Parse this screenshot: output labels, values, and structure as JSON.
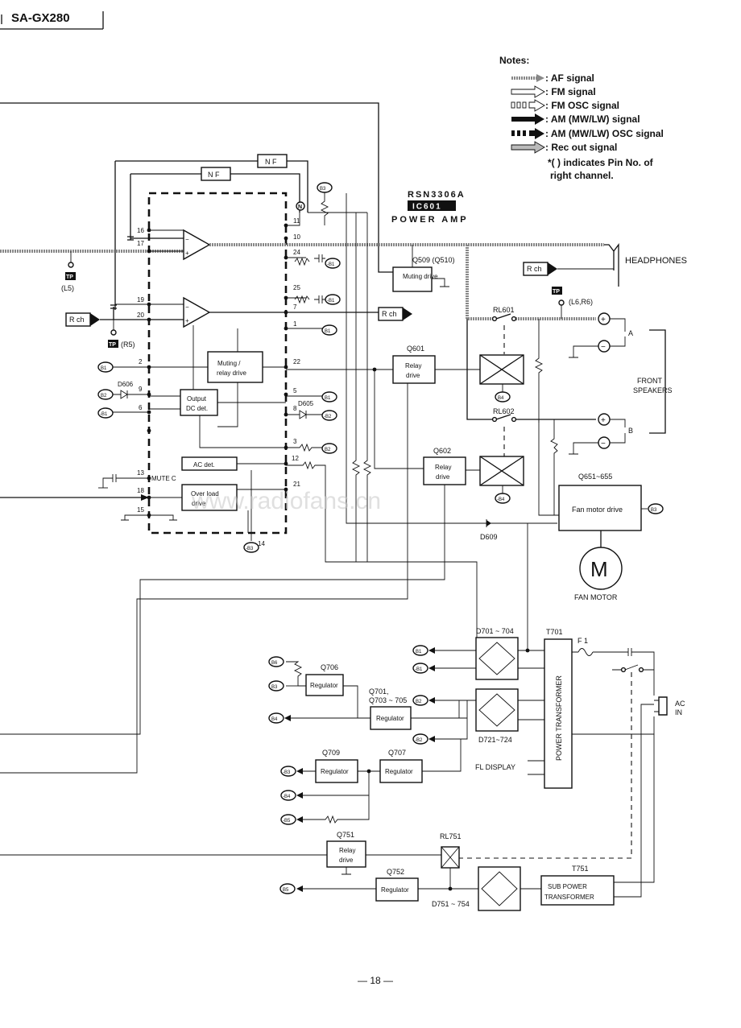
{
  "header": {
    "model": "SA-GX280"
  },
  "notes": {
    "title": "Notes:",
    "items": [
      {
        "icon": "af-signal-arrow-icon",
        "label": ": AF signal"
      },
      {
        "icon": "fm-signal-arrow-icon",
        "label": ": FM signal"
      },
      {
        "icon": "fm-osc-signal-arrow-icon",
        "label": ": FM OSC signal"
      },
      {
        "icon": "am-signal-arrow-icon",
        "label": ": AM (MW/LW) signal"
      },
      {
        "icon": "am-osc-signal-arrow-icon",
        "label": ": AM (MW/LW) OSC signal"
      },
      {
        "icon": "rec-out-signal-arrow-icon",
        "label": ": Rec out signal"
      }
    ],
    "pin_note_1": "*(      ) indicates Pin No. of",
    "pin_note_2": "right channel."
  },
  "ic": {
    "part": "RSN3306A",
    "ref": "IC601",
    "name": "POWER AMP"
  },
  "labels": {
    "nf": "N F",
    "headphones": "HEADPHONES",
    "front_speakers_1": "FRONT",
    "front_speakers_2": "SPEAKERS",
    "fan_motor": "FAN MOTOR",
    "motor": "M",
    "ac_in_1": "AC",
    "ac_in_2": "IN",
    "fl_display": "FL DISPLAY",
    "mute_c": "MUTE C",
    "rch": "R ch",
    "tp": "TP",
    "tp_l5": "(L5)",
    "tp_r5": "(R5)",
    "tp_l6r6": "(L6,R6)",
    "speaker_a": "A",
    "speaker_b": "B",
    "power_transformer": "POWER TRANSFORMER",
    "f1": "F 1",
    "page_number": "— 18 —",
    "watermark": "www.radiofans.cn"
  },
  "blocks": {
    "muting_drive": "Muting drive",
    "muting_relay_drive_1": "Muting /",
    "muting_relay_drive_2": "relay drive",
    "output_dc_1": "Output",
    "output_dc_2": "DC det.",
    "ac_det": "AC det.",
    "overload_1": "Over load",
    "overload_2": "drive",
    "relay_drive_1": "Relay",
    "relay_drive_2": "drive",
    "fan_motor_drive": "Fan motor drive",
    "regulator": "Regulator",
    "sub_power_1": "SUB POWER",
    "sub_power_2": "TRANSFORMER"
  },
  "refs": {
    "q509": "Q509 (Q510)",
    "q601": "Q601",
    "q602": "Q602",
    "q651": "Q651~655",
    "rl601": "RL601",
    "rl602": "RL602",
    "d605": "D605",
    "d606": "D606",
    "d609": "D609",
    "d701": "D701 ~ 704",
    "d721": "D721~724",
    "d751": "D751 ~ 754",
    "t701": "T701",
    "t751": "T751",
    "q706": "Q706",
    "q701_1": "Q701,",
    "q701_2": "Q703 ~ 705",
    "q709": "Q709",
    "q707": "Q707",
    "q751": "Q751",
    "q752": "Q752",
    "rl751": "RL751"
  },
  "pins": {
    "p1": "1",
    "p2": "2",
    "p3": "3",
    "p5": "5",
    "p6": "6",
    "p7": "7",
    "p8": "8",
    "p9": "9",
    "p10": "10",
    "p11": "11",
    "p12": "12",
    "p13": "13",
    "p14": "14",
    "p15": "15",
    "p16": "16",
    "p17": "17",
    "p18": "18",
    "p19": "19",
    "p20": "20",
    "p21": "21",
    "p22": "22",
    "p24": "24",
    "p25": "25"
  },
  "rails": {
    "b1": "B1",
    "b1m": "-B1",
    "b2": "B2",
    "b2m": "-B2",
    "b3": "B3",
    "b3m": "-B3",
    "b4": "B4",
    "b4m": "-B4",
    "b5": "B5",
    "b5m": "-B5",
    "b6": "B6"
  },
  "symbols": {
    "n_mark": "N",
    "plus": "+",
    "minus": "−"
  },
  "colors": {
    "ink": "#111111",
    "signal": "#888888",
    "paper": "#ffffff"
  }
}
